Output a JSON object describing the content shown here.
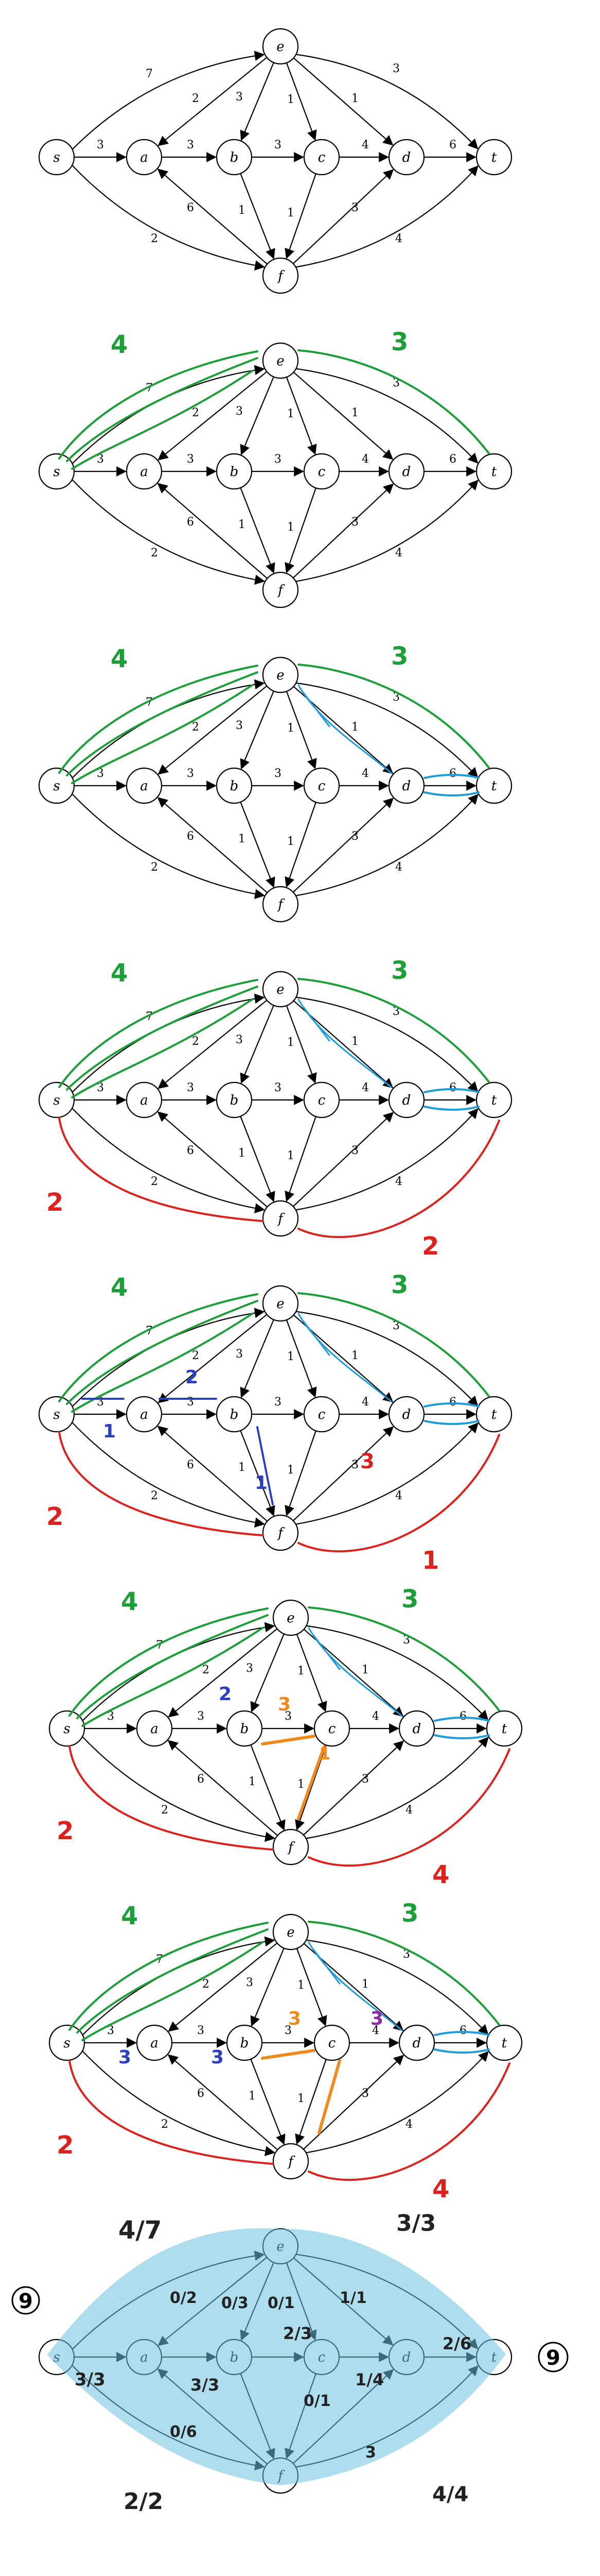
{
  "graph": {
    "nodes": [
      {
        "id": "s",
        "label": "s"
      },
      {
        "id": "a",
        "label": "a"
      },
      {
        "id": "b",
        "label": "b"
      },
      {
        "id": "c",
        "label": "c"
      },
      {
        "id": "d",
        "label": "d"
      },
      {
        "id": "e",
        "label": "e"
      },
      {
        "id": "f",
        "label": "f"
      },
      {
        "id": "t",
        "label": "t"
      }
    ],
    "edges": [
      {
        "from": "s",
        "to": "e",
        "cap": "7"
      },
      {
        "from": "s",
        "to": "a",
        "cap": "3"
      },
      {
        "from": "s",
        "to": "f",
        "cap": "2"
      },
      {
        "from": "a",
        "to": "b",
        "cap": "3"
      },
      {
        "from": "e",
        "to": "a",
        "cap": "2"
      },
      {
        "from": "f",
        "to": "a",
        "cap": "6"
      },
      {
        "from": "e",
        "to": "b",
        "cap": "3"
      },
      {
        "from": "b",
        "to": "f",
        "cap": "1"
      },
      {
        "from": "b",
        "to": "c",
        "cap": "3"
      },
      {
        "from": "e",
        "to": "c",
        "cap": "1"
      },
      {
        "from": "c",
        "to": "f",
        "cap": "1"
      },
      {
        "from": "c",
        "to": "d",
        "cap": "4"
      },
      {
        "from": "e",
        "to": "d",
        "cap": "1"
      },
      {
        "from": "f",
        "to": "d",
        "cap": "3"
      },
      {
        "from": "d",
        "to": "t",
        "cap": "6"
      },
      {
        "from": "e",
        "to": "t",
        "cap": "3"
      },
      {
        "from": "f",
        "to": "t",
        "cap": "4"
      }
    ]
  },
  "annotations": {
    "p2": {
      "green_se": "4",
      "green_et": "3"
    },
    "p3": {
      "green_se": "4",
      "green_et": "3"
    },
    "p4": {
      "green_se": "4",
      "green_et": "3",
      "red_sf": "2",
      "red_ft": "2"
    },
    "p5": {
      "green_se": "4",
      "green_et": "3",
      "red_sf": "2",
      "red_ft": "1",
      "red_fd": "3",
      "blue_sa": "1",
      "blue_ab": "2",
      "blue_fb": "1"
    },
    "p6": {
      "green_se": "4",
      "green_et": "3",
      "red_sf": "2",
      "red_ft": "4",
      "orange_bc": "3",
      "orange_cf": "1",
      "blue_ab": "2"
    },
    "p7": {
      "green_se": "4",
      "green_et": "3",
      "red_sf": "2",
      "red_ft": "4",
      "orange_bc": "3",
      "purple_cd": "3",
      "blue_sa": "3",
      "blue_ab": "3"
    },
    "p8": {
      "flow_se": "4/7",
      "flow_et": "3/3",
      "flow_sf": "2/2",
      "flow_ft": "4/4",
      "flow_sa": "3/3",
      "flow_ab": "3/3",
      "flow_ea": "0/2",
      "flow_eb": "0/3",
      "flow_ec": "0/1",
      "flow_bc": "2/3",
      "flow_cd": "1/4",
      "flow_dt": "2/6",
      "flow_fa": "0/6",
      "flow_cf": "0/1",
      "flow_fd": "3",
      "flow_ed": "1/1",
      "total_left": "9",
      "total_right": "9"
    }
  },
  "colors": {
    "green": "#1e9e3a",
    "blue_light": "#1e9bd8",
    "blue_dark": "#2b3fbf",
    "red": "#d9231f",
    "orange": "#f08a1c",
    "purple": "#8a2aa8",
    "cyan_fill": "#6cc3df"
  }
}
